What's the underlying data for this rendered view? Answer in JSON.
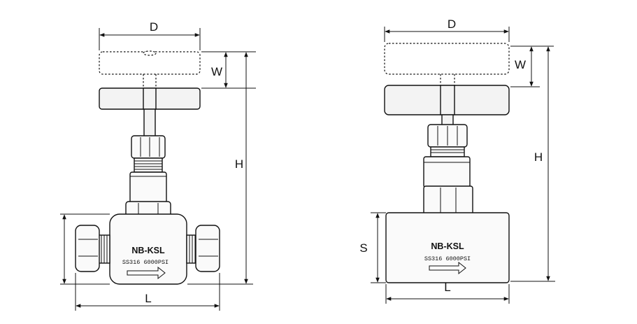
{
  "left_valve": {
    "dims": {
      "D": "D",
      "W": "W",
      "H": "H",
      "L": "L"
    },
    "brand": "NB-KSL",
    "spec": "SS316  6000PSI"
  },
  "right_valve": {
    "dims": {
      "D": "D",
      "W": "W",
      "H": "H",
      "S": "S",
      "L": "L"
    },
    "brand": "NB-KSL",
    "spec": "SS316  6000PSI"
  }
}
